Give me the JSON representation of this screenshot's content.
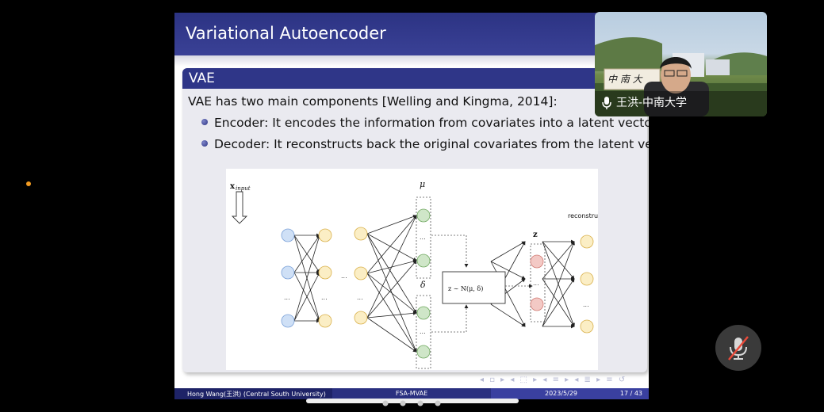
{
  "slide": {
    "title": "Variational Autoencoder",
    "block_title": "VAE",
    "intro": "VAE has two main components [Welling and Kingma, 2014]:",
    "bullets": [
      "Encoder: It encodes the information from covariates into a latent vector.",
      "Decoder: It reconstructs back the original covariates from the latent vector."
    ],
    "figure": {
      "input_label": "x",
      "input_sub": "input",
      "mu_label": "μ",
      "delta_label": "δ",
      "z_label": "z",
      "sampling_label": "z ∼ N(μ, δ)",
      "reconstruction_label": "reconstruction",
      "ellipsis": "..."
    },
    "nav_symbols": "◂ ▫ ▸ ◂ ⬚ ▸ ◂ ≡ ▸ ◂ ≣ ▸ ≡ ↺",
    "footer": {
      "author": "Hong Wang(王洪) (Central South University)",
      "short_title": "FSA-MVAE",
      "date": "2023/5/29",
      "page": "17 / 43"
    }
  },
  "video": {
    "participant_name": "王洪-中南大学",
    "sign_text": "中 南 大"
  },
  "colors": {
    "title_bar": "#2c3383",
    "blue_node": "#cfe0f6",
    "yellow_node": "#fbeec5",
    "green_node": "#cfe6c8",
    "red_node": "#f3c9c5"
  },
  "icons": {
    "mic": "microphone-icon",
    "mic_muted": "microphone-muted-icon"
  }
}
